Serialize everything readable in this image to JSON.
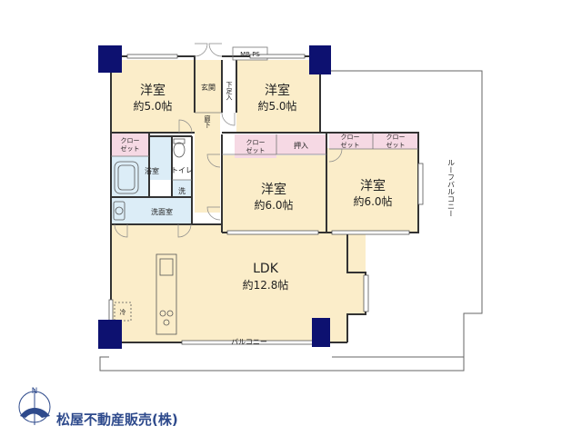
{
  "rooms": {
    "western1": {
      "name": "洋室",
      "area": "約5.0帖"
    },
    "western2": {
      "name": "洋室",
      "area": "約5.0帖"
    },
    "western3": {
      "name": "洋室",
      "area": "約6.0帖"
    },
    "western4": {
      "name": "洋室",
      "area": "約6.0帖"
    },
    "ldk": {
      "name": "LDK",
      "area": "約12.8帖"
    }
  },
  "labels": {
    "entrance": "玄関",
    "shoe_storage": "下足入",
    "hallway": "廊下",
    "closet": "クロー\nゼット",
    "closet_a": "クロー",
    "closet_b": "ゼット",
    "push_closet": "押入",
    "bathroom": "浴室",
    "toilet": "トイレ",
    "wash": "洗",
    "washroom": "洗面室",
    "fridge": "冷",
    "mb_ps": "MB PS",
    "balcony": "バルコニー",
    "roof_balcony": "ルーフバルコニー"
  },
  "compass": {
    "north": "N"
  },
  "brand": "松屋不動産販売(株)",
  "colors": {
    "room_fill": "#fbedc9",
    "closet_fill": "#f6d9e4",
    "wet_fill": "#dcedf7",
    "wall": "#333333",
    "pillar": "#0d1170",
    "brand": "#2e4a8c"
  }
}
